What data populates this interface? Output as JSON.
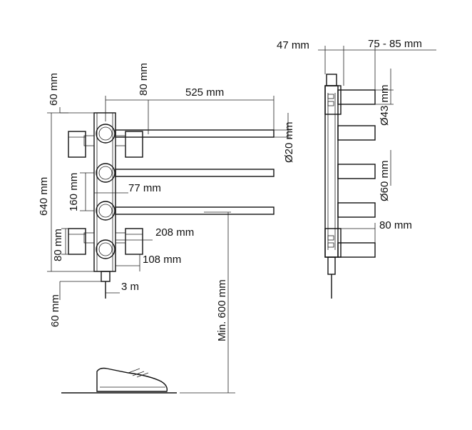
{
  "dimensions": {
    "width_525": "525 mm",
    "height_640": "640 mm",
    "top_60": "60 mm",
    "bottom_60": "60 mm",
    "bracket_80_top": "80 mm",
    "bracket_80_left": "80 mm",
    "spacing_160": "160 mm",
    "offset_77": "77 mm",
    "width_208": "208 mm",
    "width_108": "108 mm",
    "cable_3m": "3 m",
    "min_600": "Min. 600 mm",
    "pipe_d20": "Ø20 mm",
    "side_47": "47 mm",
    "side_75_85": "75 - 85 mm",
    "side_d43": "Ø43 mm",
    "side_d60": "Ø60 mm",
    "side_80": "80 mm"
  },
  "colors": {
    "line": "#222222",
    "background": "#ffffff"
  }
}
